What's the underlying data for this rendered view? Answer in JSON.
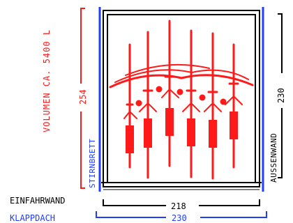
{
  "labels": {
    "volume": "VOLUMEN CA. 5400 L",
    "height_dim": "254",
    "height_dim_right": "230",
    "front_board": "STIRNBRETT",
    "outer_wall": "AUSSENWAND",
    "entry_wall": "EINFAHRWAND",
    "folding_roof": "KLAPPDACH",
    "inner_width": "218",
    "outer_width": "230"
  },
  "colors": {
    "red": "#ff1a1a",
    "blue": "#1f3dff",
    "black": "#000000"
  },
  "bike_count": 6
}
